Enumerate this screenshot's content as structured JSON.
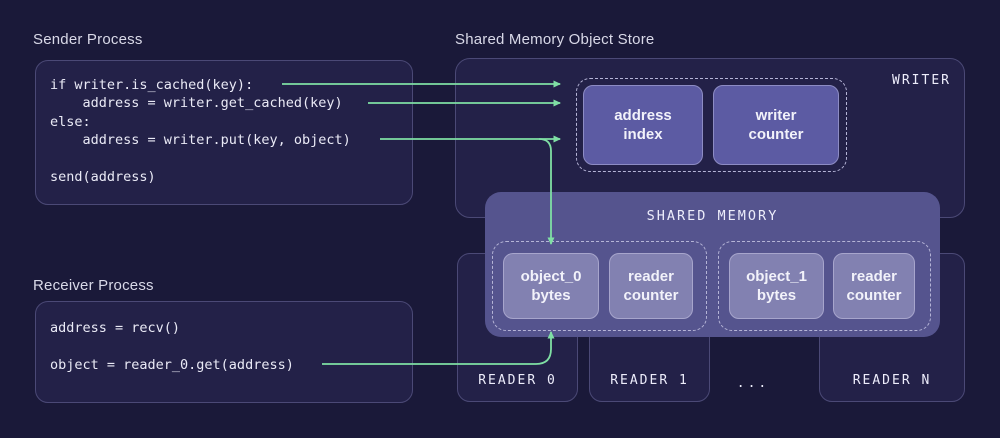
{
  "palette": {
    "bg": "#1a1939",
    "panel": "#232148",
    "panel_border": "#4b4976",
    "shared": "#55548e",
    "writer_cell": "#5c5ba3",
    "writer_cell_border": "#8d8cc4",
    "shared_cell": "#8281b1",
    "shared_cell_border": "#a7a5cc",
    "dashed": "#b5b4d6",
    "green": "#7fdfa4",
    "text": "#f2f2fa",
    "label": "#d9d9e8",
    "code": "#eaeaf6",
    "mono_label": "#ededfb"
  },
  "sender": {
    "title": "Sender Process",
    "code_lines": [
      "if writer.is_cached(key):",
      "    address = writer.get_cached(key)",
      "else:",
      "    address = writer.put(key, object)",
      "",
      "send(address)"
    ]
  },
  "receiver": {
    "title": "Receiver Process",
    "code_lines": [
      "address = recv()",
      "",
      "object = reader_0.get(address)"
    ]
  },
  "store": {
    "title": "Shared Memory Object Store",
    "writer": {
      "label": "WRITER",
      "cells": [
        {
          "label": "address\nindex"
        },
        {
          "label": "writer\ncounter"
        }
      ]
    },
    "shared_memory": {
      "title": "SHARED MEMORY",
      "groups": [
        {
          "cells": [
            "object_0\nbytes",
            "reader\ncounter"
          ]
        },
        {
          "cells": [
            "object_1\nbytes",
            "reader\ncounter"
          ]
        }
      ]
    },
    "readers": [
      "READER 0",
      "READER 1",
      "READER N"
    ],
    "ellipsis": "..."
  }
}
